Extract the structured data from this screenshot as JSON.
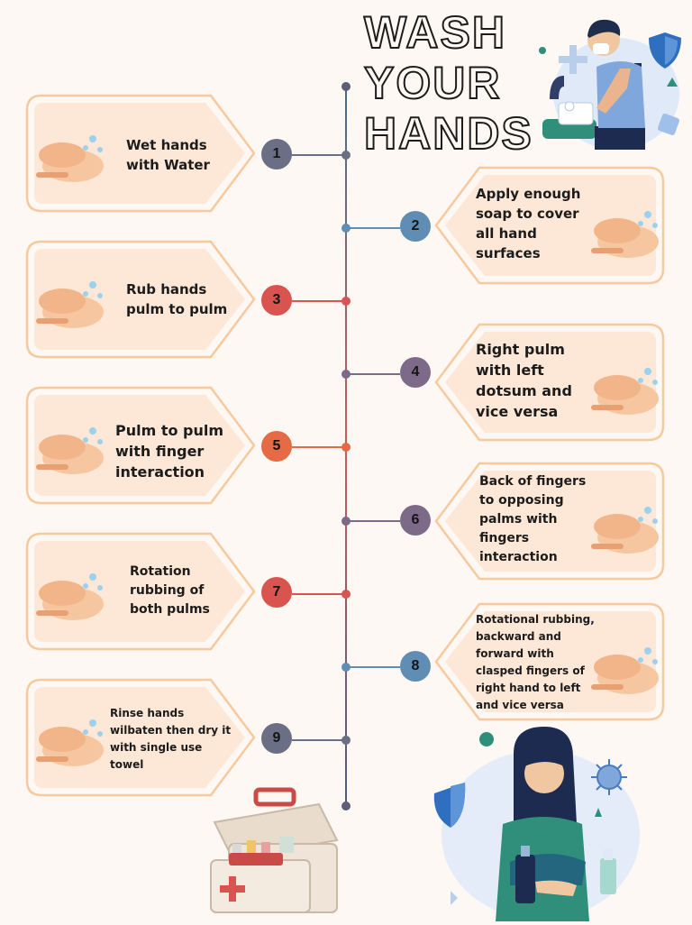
{
  "title": {
    "line1": "WASH",
    "line2": "YOUR",
    "line3": "HANDS"
  },
  "colors": {
    "card_fill": "#fde8d7",
    "card_border": "#f7c99c",
    "spine": "#5c5f77",
    "badge_gray": "#6b6f86",
    "badge_blue": "#5f8db3",
    "badge_red": "#d9534f",
    "badge_purple": "#7d6a88",
    "badge_orange": "#e56a45"
  },
  "steps": [
    {
      "number": "1",
      "text": "Wet hands\nwith Water",
      "side": "left",
      "badge_color": "#6b6f86",
      "icon": "water-tap-hands-icon"
    },
    {
      "number": "2",
      "text": "Apply enough\nsoap to cover\nall hand\nsurfaces",
      "side": "right",
      "badge_color": "#5f8db3",
      "icon": "soap-hands-icon"
    },
    {
      "number": "3",
      "text": "Rub hands\npulm to pulm",
      "side": "left",
      "badge_color": "#d9534f",
      "icon": "rubbing-hands-icon"
    },
    {
      "number": "4",
      "text": "Right pulm\nwith left\ndotsum and\nvice versa",
      "side": "right",
      "badge_color": "#7d6a88",
      "icon": "interlaced-hands-icon"
    },
    {
      "number": "5",
      "text": "Pulm to pulm\nwith finger\ninteraction",
      "side": "left",
      "badge_color": "#e56a45",
      "icon": "finger-interlace-icon"
    },
    {
      "number": "6",
      "text": "Back of fingers\nto opposing\npalms with\nfingers\ninteraction",
      "side": "right",
      "badge_color": "#7d6a88",
      "icon": "finger-back-icon"
    },
    {
      "number": "7",
      "text": "Rotation\nrubbing of\nboth pulms",
      "side": "left",
      "badge_color": "#d9534f",
      "icon": "thumb-rotation-icon"
    },
    {
      "number": "8",
      "text": "Rotational rubbing,\nbackward and\nforward with\nclasped fingers of\nright hand to left\nand vice versa",
      "side": "right",
      "badge_color": "#5f8db3",
      "icon": "fingertip-rub-icon"
    },
    {
      "number": "9",
      "text": "Rinse hands\nwilbaten then dry it\nwith single use\ntowel",
      "side": "left",
      "badge_color": "#6b6f86",
      "icon": "towel-dry-icon"
    }
  ],
  "decorations": [
    "boy-washing-hands-illustration",
    "shield-icon",
    "girl-sanitizer-illustration",
    "virus-icon",
    "first-aid-kit-icon"
  ]
}
